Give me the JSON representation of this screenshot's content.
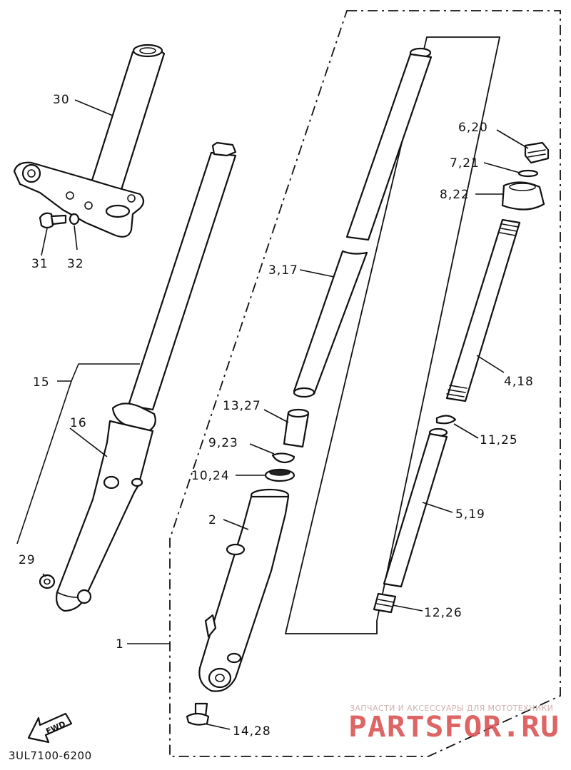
{
  "callouts": {
    "c30": "30",
    "c31": "31",
    "c32": "32",
    "c15": "15",
    "c16": "16",
    "c29": "29",
    "c1": "1",
    "c2": "2",
    "c3_17": "3,17",
    "c13_27": "13,27",
    "c9_23": "9,23",
    "c10_24": "10,24",
    "c14_28": "14,28",
    "c6_20": "6,20",
    "c7_21": "7,21",
    "c8_22": "8,22",
    "c4_18": "4,18",
    "c11_25": "11,25",
    "c5_19": "5,19",
    "c12_26": "12,26"
  },
  "fwd_label": "FWD",
  "diagram_code": "3UL7100-6200",
  "watermark": {
    "line1": "ЗАПЧАСТИ И АКСЕССУАРЫ ДЛЯ МОТОТЕХНИКИ",
    "brand": "PARTSFOR.RU",
    "color": "#d94b4b",
    "line1_color": "#c9a3a3"
  },
  "colors": {
    "ink": "#111111",
    "paper": "#ffffff"
  }
}
